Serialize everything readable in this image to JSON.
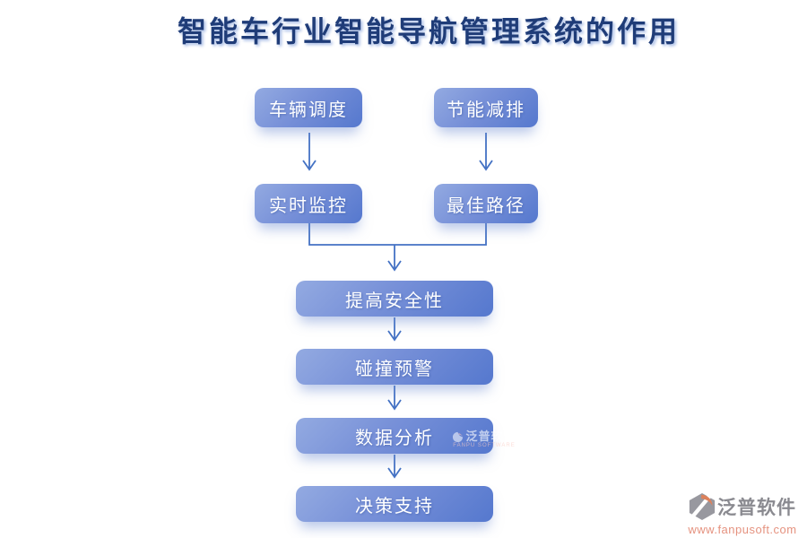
{
  "title": "智能车行业智能导航管理系统的作用",
  "nodes": {
    "vehicle_dispatch": "车辆调度",
    "energy_saving": "节能减排",
    "realtime_monitor": "实时监控",
    "best_route": "最佳路径",
    "improve_safety": "提高安全性",
    "collision_warning": "碰撞预警",
    "data_analysis": "数据分析",
    "decision_support": "决策支持"
  },
  "watermark": {
    "text": "泛普软件",
    "subtext": "FANPU SOFTWARE"
  },
  "logo": {
    "name": "泛普软件",
    "url": "www.fanpusoft.com"
  },
  "colors": {
    "title_text": "#1F3C78",
    "box_gradient_start": "#93AAE1",
    "box_gradient_end": "#5578CE",
    "connector": "#4472C4",
    "box_text": "#FFFFFF",
    "logo_text": "#8A8A90",
    "logo_url": "#E5927F",
    "logo_accent": "#DD815B",
    "logo_gray": "#98989F"
  }
}
